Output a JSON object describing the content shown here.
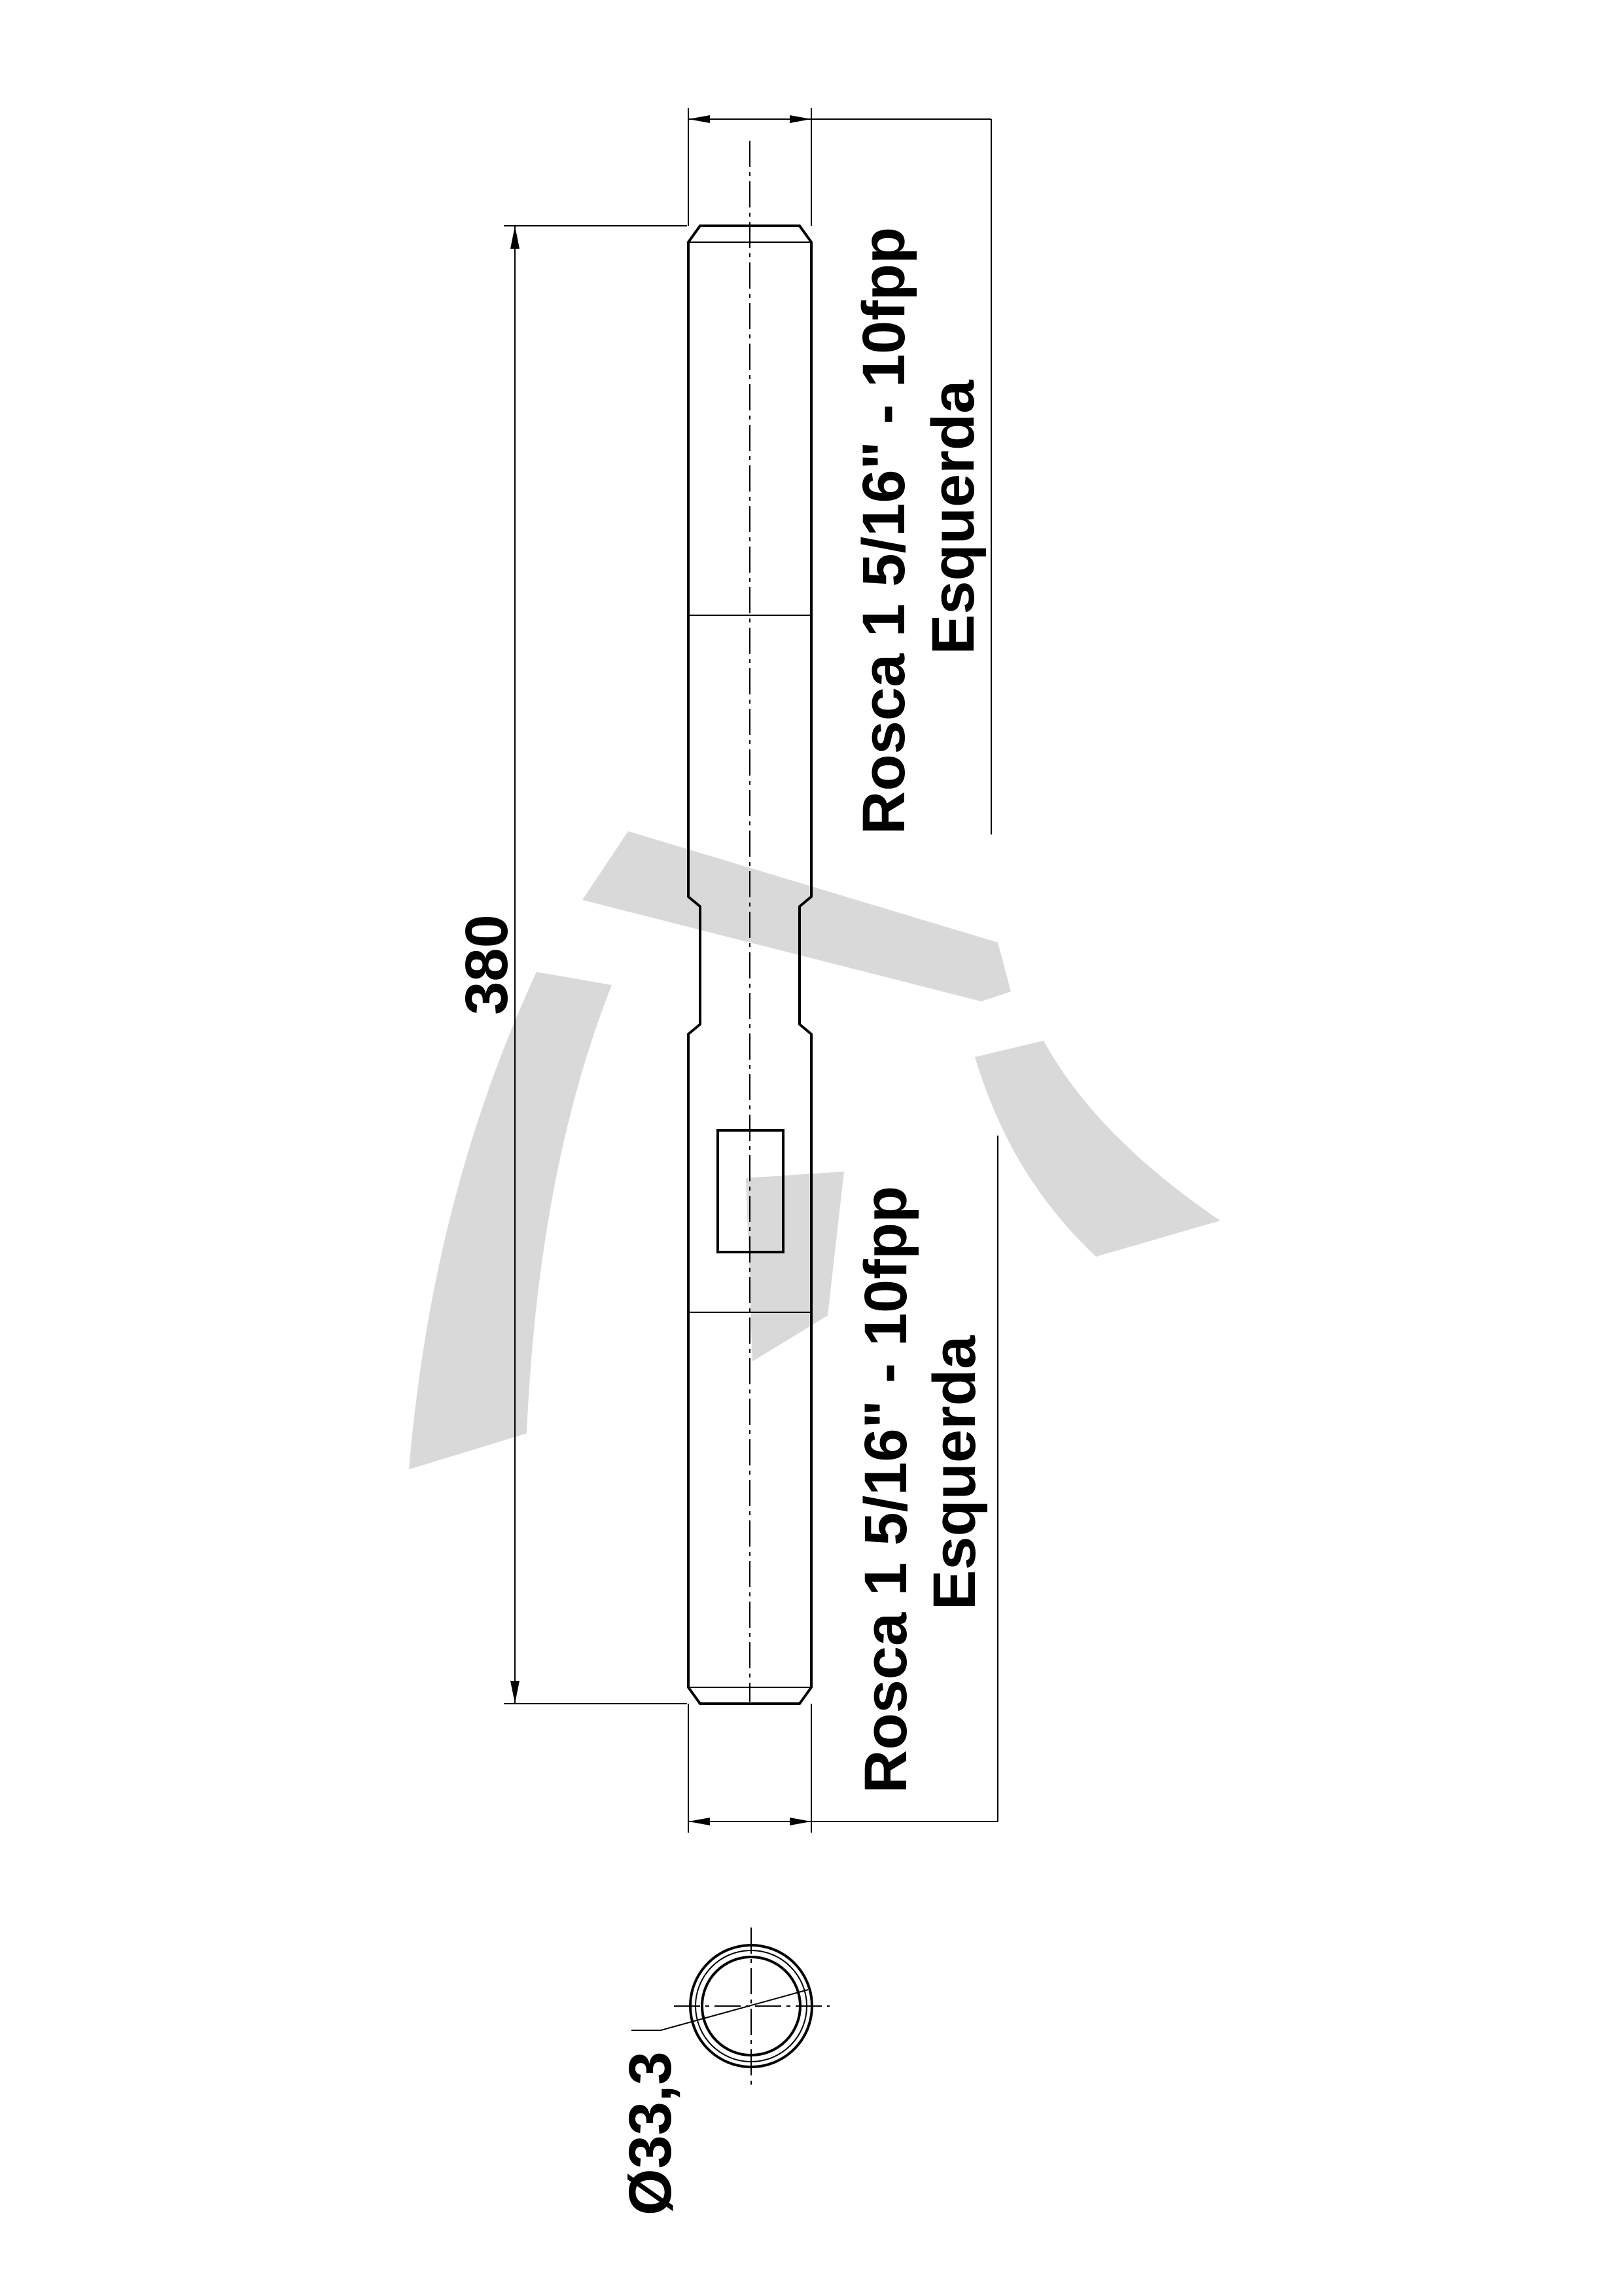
{
  "dimensions": {
    "length": "380",
    "diameter": "Ø33,3"
  },
  "threads": {
    "top": {
      "line1": "Rosca 1 5/16\" - 10fpp",
      "line2": "Esquerda"
    },
    "bottom": {
      "line1": "Rosca 1 5/16\" - 10fpp",
      "line2": "Esquerda"
    }
  },
  "colors": {
    "line": "#000000",
    "watermark": "#d9d9d9",
    "background": "#ffffff"
  }
}
